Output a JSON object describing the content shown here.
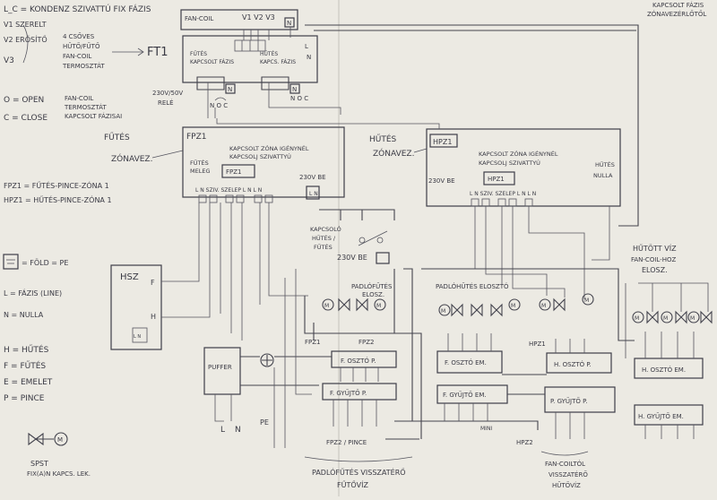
{
  "legend_left": {
    "lines": [
      "L_C = KONDENZ SZIVATTÚ FIX FÁZIS",
      "V1 SZERELT",
      "V2 ERŐSÍTŐ",
      "V3",
      "O = OPEN",
      "C = CLOSE"
    ],
    "v_note": [
      "4 CSŐVES",
      "HŰTŐ/FŰTŐ",
      "FAN-COIL",
      "TERMOSZTÁT"
    ],
    "oc_note": [
      "FAN-COIL",
      "TERMOSZTÁT",
      "KAPCSOLT FÁZISAI"
    ],
    "futes_zonavez": [
      "FŰTÉS",
      "ZÓNAVEZ."
    ],
    "fpz_def": "FPZ1 = FŰTÉS-PINCE-ZÓNA 1",
    "hpz_def": "HPZ1 = HŰTÉS-PINCE-ZÓNA 1",
    "pe_def": "= FÖLD = PE",
    "l_def": "L = FÁZIS (LINE)",
    "n_def": "N = NULLA",
    "letter_defs": [
      "H = HŰTÉS",
      "F = FŰTÉS",
      "E = EMELET",
      "P = PINCE"
    ],
    "valve_note": [
      "SPST",
      "FIX(A)N KAPCS. LEK."
    ]
  },
  "top_right_note": [
    "KAPCSOLT FÁZIS",
    "ZÓNAVEZÉRLŐTŐL"
  ],
  "fan_coil": {
    "label": "FAN-COIL",
    "terminals": "V1 V2 V3",
    "inner_label": [
      "FŰTÉS",
      "KAPCSOLT FÁZIS"
    ],
    "inner_label2": [
      "HŰTÉS",
      "KAPCS. FÁZIS"
    ],
    "ft1_label": "FT1",
    "relay_note": [
      "230V/50V",
      "RELÉ"
    ],
    "relay_terms": "N O C"
  },
  "fpz1_box": {
    "title": "FPZ1",
    "lines": [
      "KAPCSOLT ZÓNA IGÉNYNÉL",
      "KAPCSOLJ SZIVATTYÚ"
    ],
    "side": [
      "FŰTÉS",
      "MELEG"
    ],
    "inner": "FPZ1",
    "bottom_labels": "L N SZIV. SZELEP L N L N",
    "pwr": "230V BE",
    "pwr_terms": "L N"
  },
  "hpz1_box": {
    "title": "HPZ1",
    "header": [
      "HŰTÉS",
      "ZÓNAVEZ."
    ],
    "lines": [
      "KAPCSOLT ZÓNA IGÉNYNÉL",
      "KAPCSOLJ SZIVATTYÚ"
    ],
    "inner": "HPZ1",
    "pwr": "230V BE",
    "bottom_labels": "L N SZIV. SZELEP L N L N",
    "side": [
      "HŰTÉS",
      "NULLA"
    ]
  },
  "switch_block": {
    "lines": [
      "KAPCSOLÓ",
      "HŰTÉS /",
      "FŰTÉS"
    ],
    "pwr": "230V BE"
  },
  "hsz": {
    "label": "HSZ",
    "f": "F",
    "h": "H",
    "stub": "L N"
  },
  "padlofutes_label": [
    "PADLÓFŰTÉS",
    "ELOSZ."
  ],
  "padlohutes_label": "PADLÓHŰTÉS ELOSZTÓ",
  "hutott_viz": [
    "HŰTÖTT VÍZ",
    "FAN-COIL-HOZ",
    "ELOSZ."
  ],
  "manifolds": [
    {
      "label": "F. OSZTÓ P."
    },
    {
      "label": "F. GYŰJTŐ P."
    },
    {
      "label": "F. OSZTÓ EM."
    },
    {
      "label": "F. GYŰJTŐ EM."
    },
    {
      "label": "H. OSZTÓ P."
    },
    {
      "label": "P. GYŰJTŐ P."
    },
    {
      "label": "H. OSZTÓ EM."
    },
    {
      "label": "H. GYŰJTŐ EM."
    }
  ],
  "misc": {
    "buffer": "PUFFER",
    "fpz1_small": "FPZ1",
    "fpz2_small": "FPZ2",
    "hpz1_small": "HPZ1",
    "hpz2_small": "HPZ2",
    "fpz2_bottom": "FPZ2 / PINCE",
    "l_bottom": "L",
    "n_bottom": "N",
    "pe_bottom": "PE",
    "mini": "MINI"
  },
  "bottom_center": [
    "PADLÓFŰTÉS VISSZATÉRŐ",
    "FŰTŐVÍZ"
  ],
  "bottom_right": [
    "FAN-COILTÓL",
    "VISSZATÉRŐ",
    "HŰTŐVÍZ"
  ]
}
